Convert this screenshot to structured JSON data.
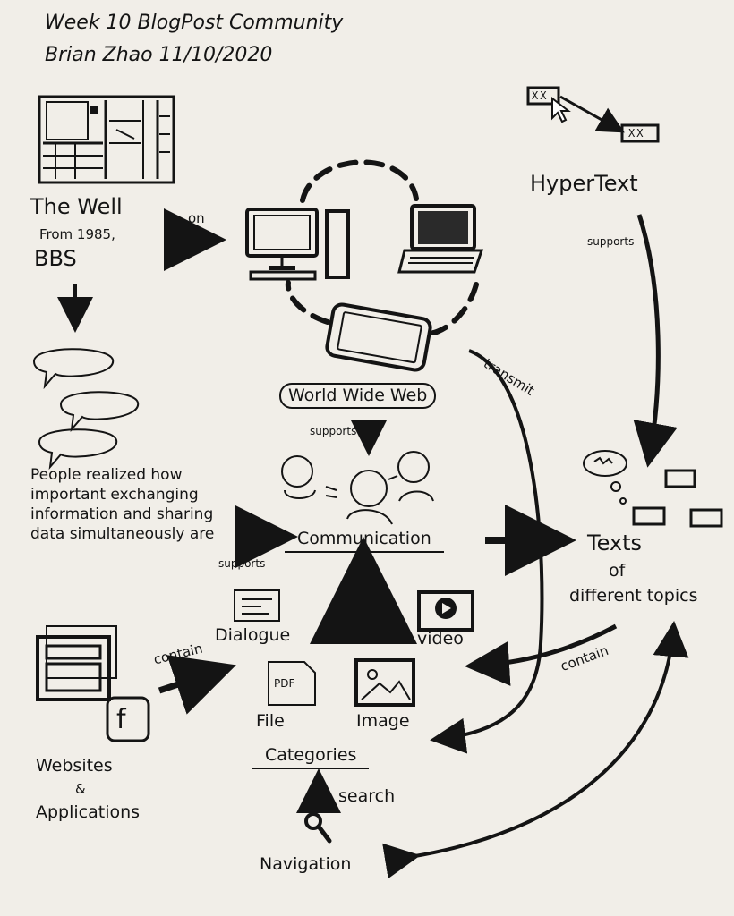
{
  "header": {
    "title": "Week 10 BlogPost Community",
    "author_date": "Brian Zhao 11/10/2020"
  },
  "nodes": {
    "the_well": "The Well",
    "the_well_sub1": "From 1985,",
    "the_well_sub2": "BBS",
    "hypertext": "HyperText",
    "www": "World Wide Web",
    "people_realized": "People realized how important exchanging information and sharing data simultaneously are",
    "communication": "Communication",
    "texts": "Texts",
    "texts_of": "of",
    "texts_topics": "different topics",
    "dialogue": "Dialogue",
    "video": "video",
    "file": "File",
    "image": "Image",
    "categories": "Categories",
    "websites": "Websites",
    "ampersand": "&",
    "applications": "Applications",
    "navigation": "Navigation"
  },
  "edge_labels": {
    "on": "on",
    "supports_hypertext": "supports",
    "transmit": "transmit",
    "supports_www": "supports",
    "supports_people": "supports",
    "contain_websites": "contain",
    "contain_texts": "contain",
    "search": "search"
  },
  "icon_labels": {
    "hyperlink_box": "XX",
    "pdf": "PDF",
    "facebook": "f"
  }
}
